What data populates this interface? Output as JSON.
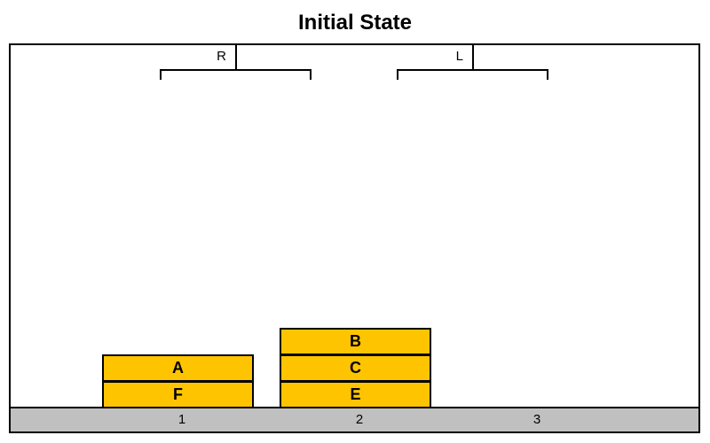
{
  "title": "Initial State",
  "hands": [
    {
      "label": "R"
    },
    {
      "label": "L"
    }
  ],
  "stacks": [
    {
      "slot": "1",
      "blocks_bottom_to_top": [
        "F",
        "A"
      ]
    },
    {
      "slot": "2",
      "blocks_bottom_to_top": [
        "E",
        "C",
        "B"
      ]
    },
    {
      "slot": "3",
      "blocks_bottom_to_top": []
    }
  ],
  "colors": {
    "block_fill": "#ffc400",
    "floor_fill": "#c0c0c0",
    "outline": "#000000"
  }
}
